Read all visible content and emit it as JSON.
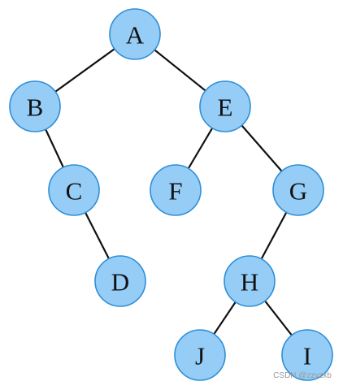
{
  "diagram": {
    "type": "binary-tree",
    "node_fill": "#96cdf7",
    "node_border": "#2f8fd6",
    "edge_color": "#111111",
    "nodes": [
      {
        "id": "A",
        "label": "A"
      },
      {
        "id": "B",
        "label": "B"
      },
      {
        "id": "E",
        "label": "E"
      },
      {
        "id": "C",
        "label": "C"
      },
      {
        "id": "F",
        "label": "F"
      },
      {
        "id": "G",
        "label": "G"
      },
      {
        "id": "D",
        "label": "D"
      },
      {
        "id": "H",
        "label": "H"
      },
      {
        "id": "J",
        "label": "J"
      },
      {
        "id": "I",
        "label": "I"
      }
    ],
    "edges": [
      {
        "from": "A",
        "to": "B"
      },
      {
        "from": "A",
        "to": "E"
      },
      {
        "from": "B",
        "to": "C"
      },
      {
        "from": "C",
        "to": "D"
      },
      {
        "from": "E",
        "to": "F"
      },
      {
        "from": "E",
        "to": "G"
      },
      {
        "from": "G",
        "to": "H"
      },
      {
        "from": "H",
        "to": "J"
      },
      {
        "from": "H",
        "to": "I"
      }
    ]
  },
  "watermark": "CSDN @zzyzxb"
}
